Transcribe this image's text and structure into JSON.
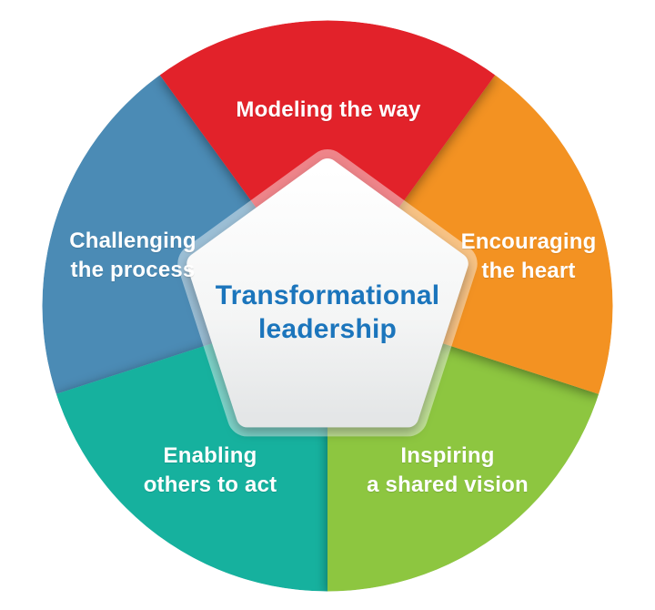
{
  "diagram": {
    "type": "circular-5-segment-cycle",
    "title": {
      "text": "Transformational\nleadership",
      "line1": "Transformational",
      "line2": "leadership",
      "color": "#1B75BC",
      "shape": "pentagon-hub"
    },
    "segments": [
      {
        "id": "modeling",
        "label": "Modeling the way",
        "color": "#E2222A",
        "position": "top"
      },
      {
        "id": "encouraging",
        "label": "Encouraging\nthe heart",
        "color": "#F39222",
        "position": "right"
      },
      {
        "id": "inspiring",
        "label": "Inspiring\na shared vision",
        "color": "#8DC63F",
        "position": "bottom-right"
      },
      {
        "id": "enabling",
        "label": "Enabling\nothers to act",
        "color": "#12B19E",
        "position": "bottom-left"
      },
      {
        "id": "challenging",
        "label": "Challenging\nthe process",
        "color": "#4C8BB5",
        "position": "left"
      }
    ],
    "label_text_color": "#FFFFFF",
    "hub_fill_top": "#FFFFFF",
    "hub_fill_bottom": "#E4E6E7"
  }
}
